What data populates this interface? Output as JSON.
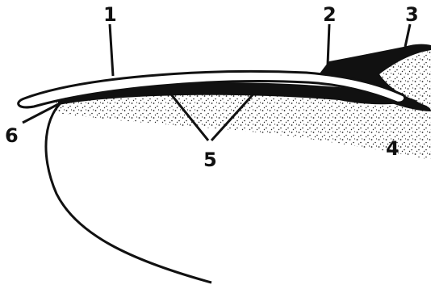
{
  "diagram": {
    "ink_color": "#111111",
    "background": "#ffffff",
    "labels": [
      {
        "id": "1",
        "text": "1"
      },
      {
        "id": "2",
        "text": "2"
      },
      {
        "id": "3",
        "text": "3"
      },
      {
        "id": "4",
        "text": "4"
      },
      {
        "id": "5",
        "text": "5"
      },
      {
        "id": "6",
        "text": "6"
      }
    ]
  }
}
